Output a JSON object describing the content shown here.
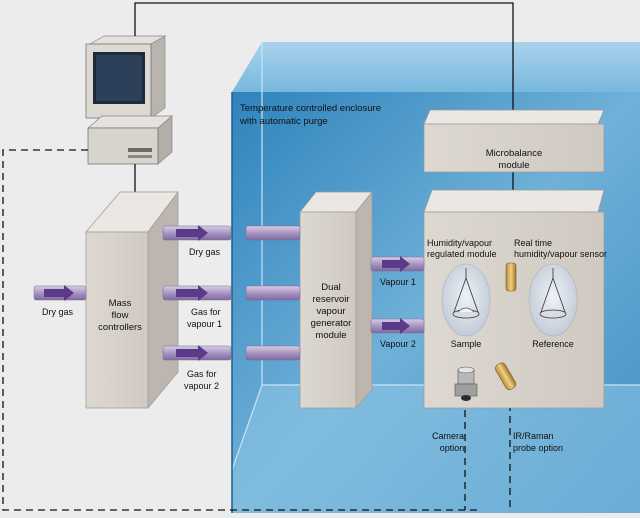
{
  "enclosure": {
    "title_line1": "Temperature controlled enclosure",
    "title_line2": "with automatic purge"
  },
  "microbalance": {
    "line1": "Microbalance",
    "line2": "module"
  },
  "mass_flow": {
    "line1": "Mass",
    "line2": "flow",
    "line3": "controllers"
  },
  "generator": {
    "line1": "Dual",
    "line2": "reservoir",
    "line3": "vapour",
    "line4": "generator",
    "line5": "module"
  },
  "chamber": {
    "humidity_line1": "Humidity/vapour",
    "humidity_line2": "regulated module",
    "sensor_line1": "Real time",
    "sensor_line2": "humidity/vapour sensor",
    "sample": "Sample",
    "reference": "Reference"
  },
  "flows": {
    "dry_gas_in": "Dry gas",
    "dry_gas_out": "Dry gas",
    "gas_v1_line1": "Gas for",
    "gas_v1_line2": "vapour 1",
    "gas_v2_line1": "Gas for",
    "gas_v2_line2": "vapour 2",
    "vapour1": "Vapour 1",
    "vapour2": "Vapour 2"
  },
  "options": {
    "camera_line1": "Camera",
    "camera_line2": "option",
    "probe_line1": "IR/Raman",
    "probe_line2": "probe option"
  },
  "colors": {
    "enclosure": "#5fa3c8",
    "pipe": "#b9a8cc",
    "arrow": "#5b3a8a",
    "box": "#d8d3cc"
  }
}
